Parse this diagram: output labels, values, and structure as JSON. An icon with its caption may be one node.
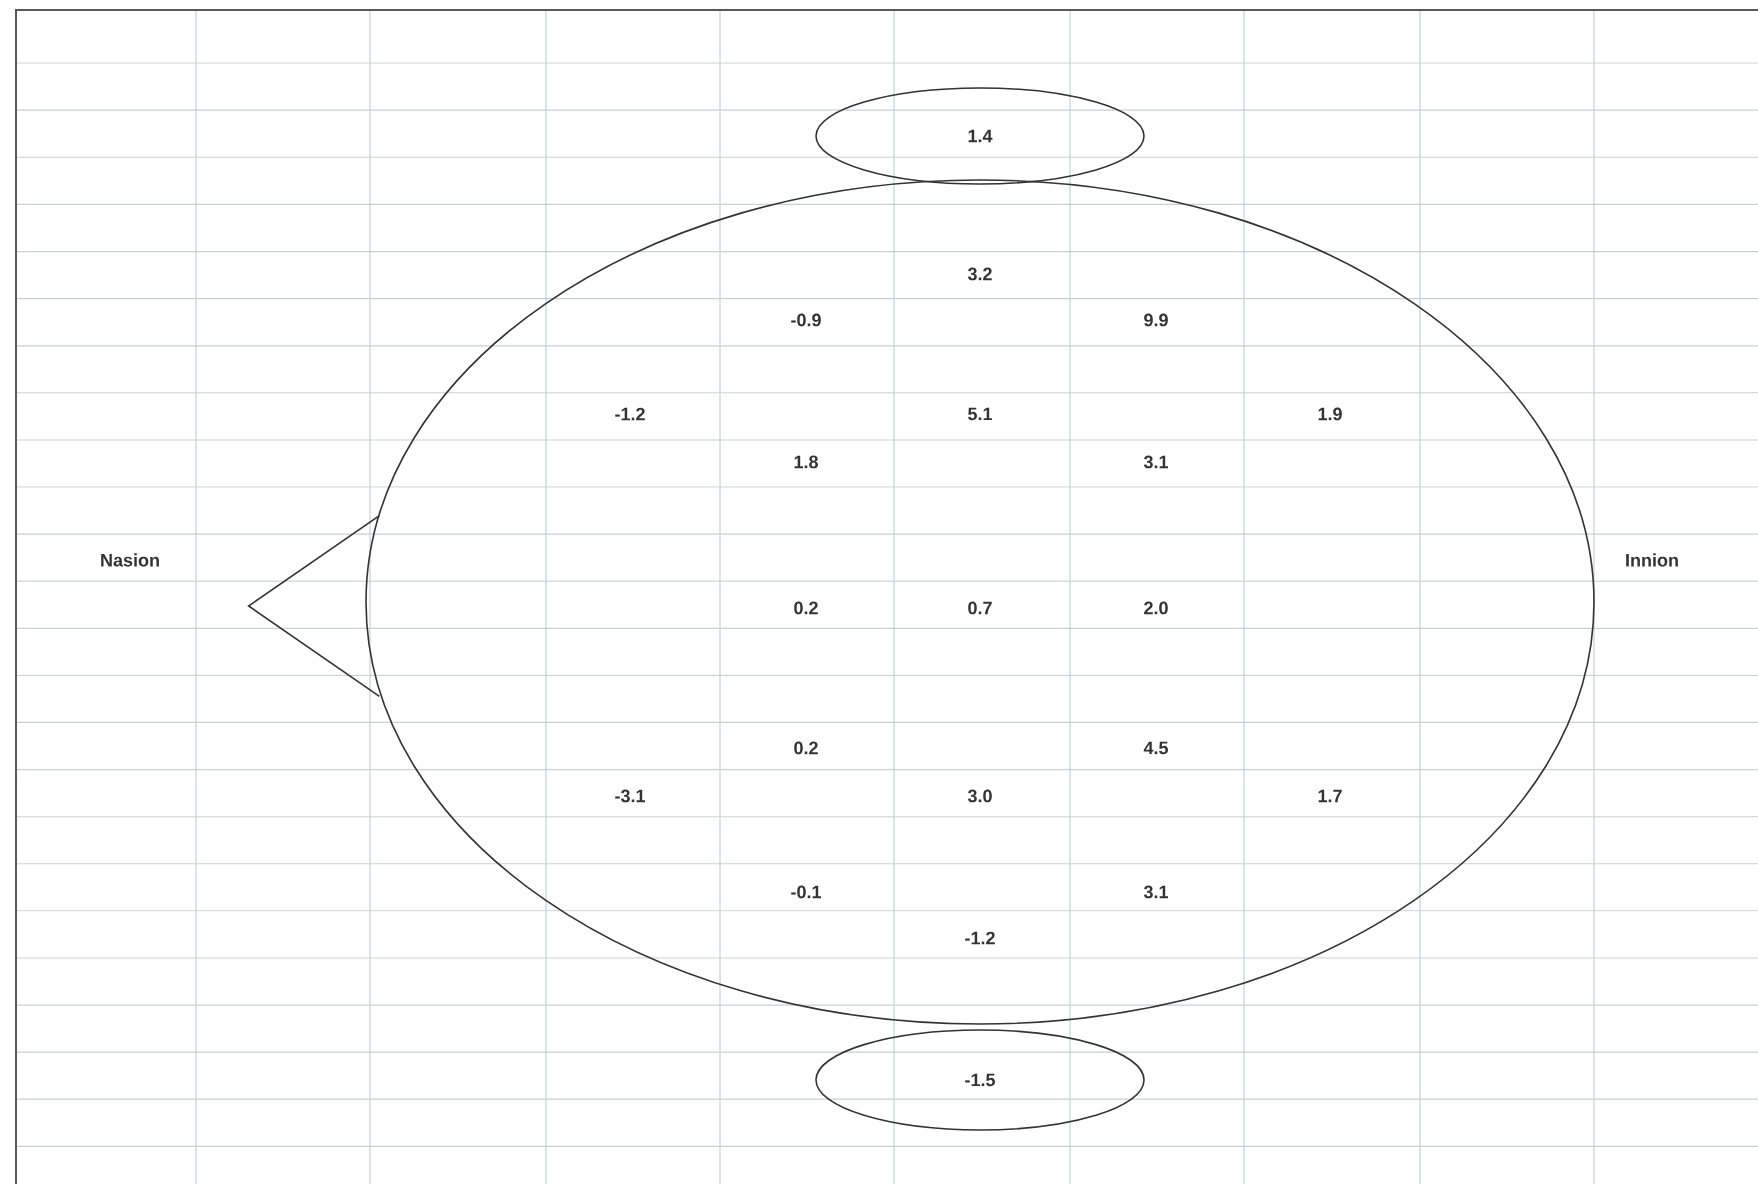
{
  "diagram": {
    "nodes": [
      {
        "text": [
          "1.4"
        ]
      },
      {
        "text": [],
        "shape": "ellipse"
      },
      {
        "text": [],
        "shape": "triangle"
      },
      {
        "text": [
          "-1.5"
        ]
      }
    ],
    "labels": [
      "3.2",
      "-0.9",
      "9.9",
      "-1.2",
      "5.1",
      "1.9",
      "1.8",
      "3.1",
      "Nasion",
      "Innion",
      "0.2",
      "0.7",
      "2.0",
      "0.2",
      "4.5",
      "-3.1",
      "3.0",
      "1.7",
      "-0.1",
      "3.1",
      "-1.2"
    ]
  }
}
